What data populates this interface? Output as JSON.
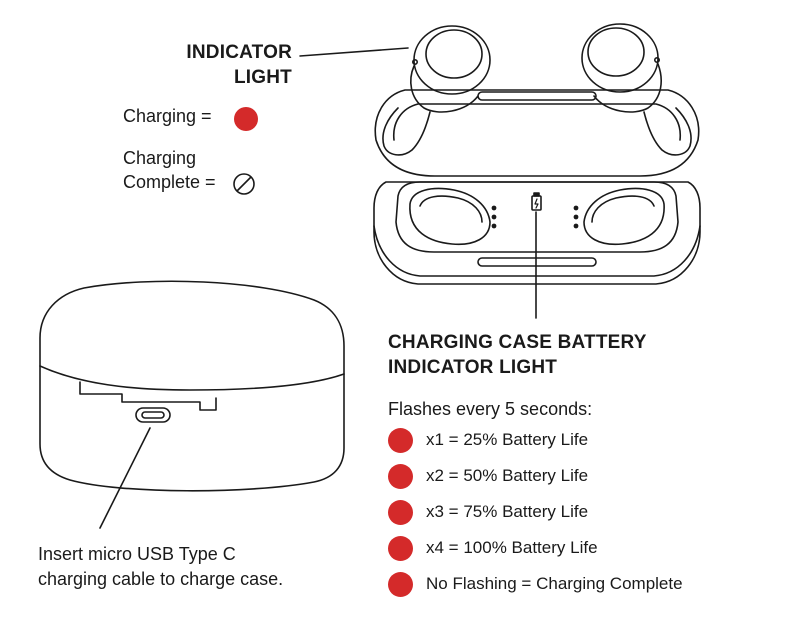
{
  "indicator": {
    "title_line1": "INDICATOR",
    "title_line2": "LIGHT",
    "charging_label": "Charging  =",
    "complete_line1": "Charging",
    "complete_line2": "Complete ="
  },
  "case_indicator": {
    "title_line1": "CHARGING CASE BATTERY",
    "title_line2": "INDICATOR LIGHT",
    "intro": "Flashes every 5 seconds:",
    "items": [
      {
        "label": "x1 = 25% Battery Life"
      },
      {
        "label": "x2 = 50% Battery Life"
      },
      {
        "label": "x3 = 75% Battery Life"
      },
      {
        "label": "x4 = 100% Battery Life"
      },
      {
        "label": "No Flashing = Charging Complete"
      }
    ]
  },
  "usb": {
    "line1": "Insert micro USB Type C",
    "line2": "charging cable to charge case."
  },
  "colors": {
    "indicator_red": "#d42a2a",
    "line": "#1a1a1a"
  },
  "icons": {
    "charging": "red-dot-icon",
    "complete": "circle-slash-icon"
  }
}
